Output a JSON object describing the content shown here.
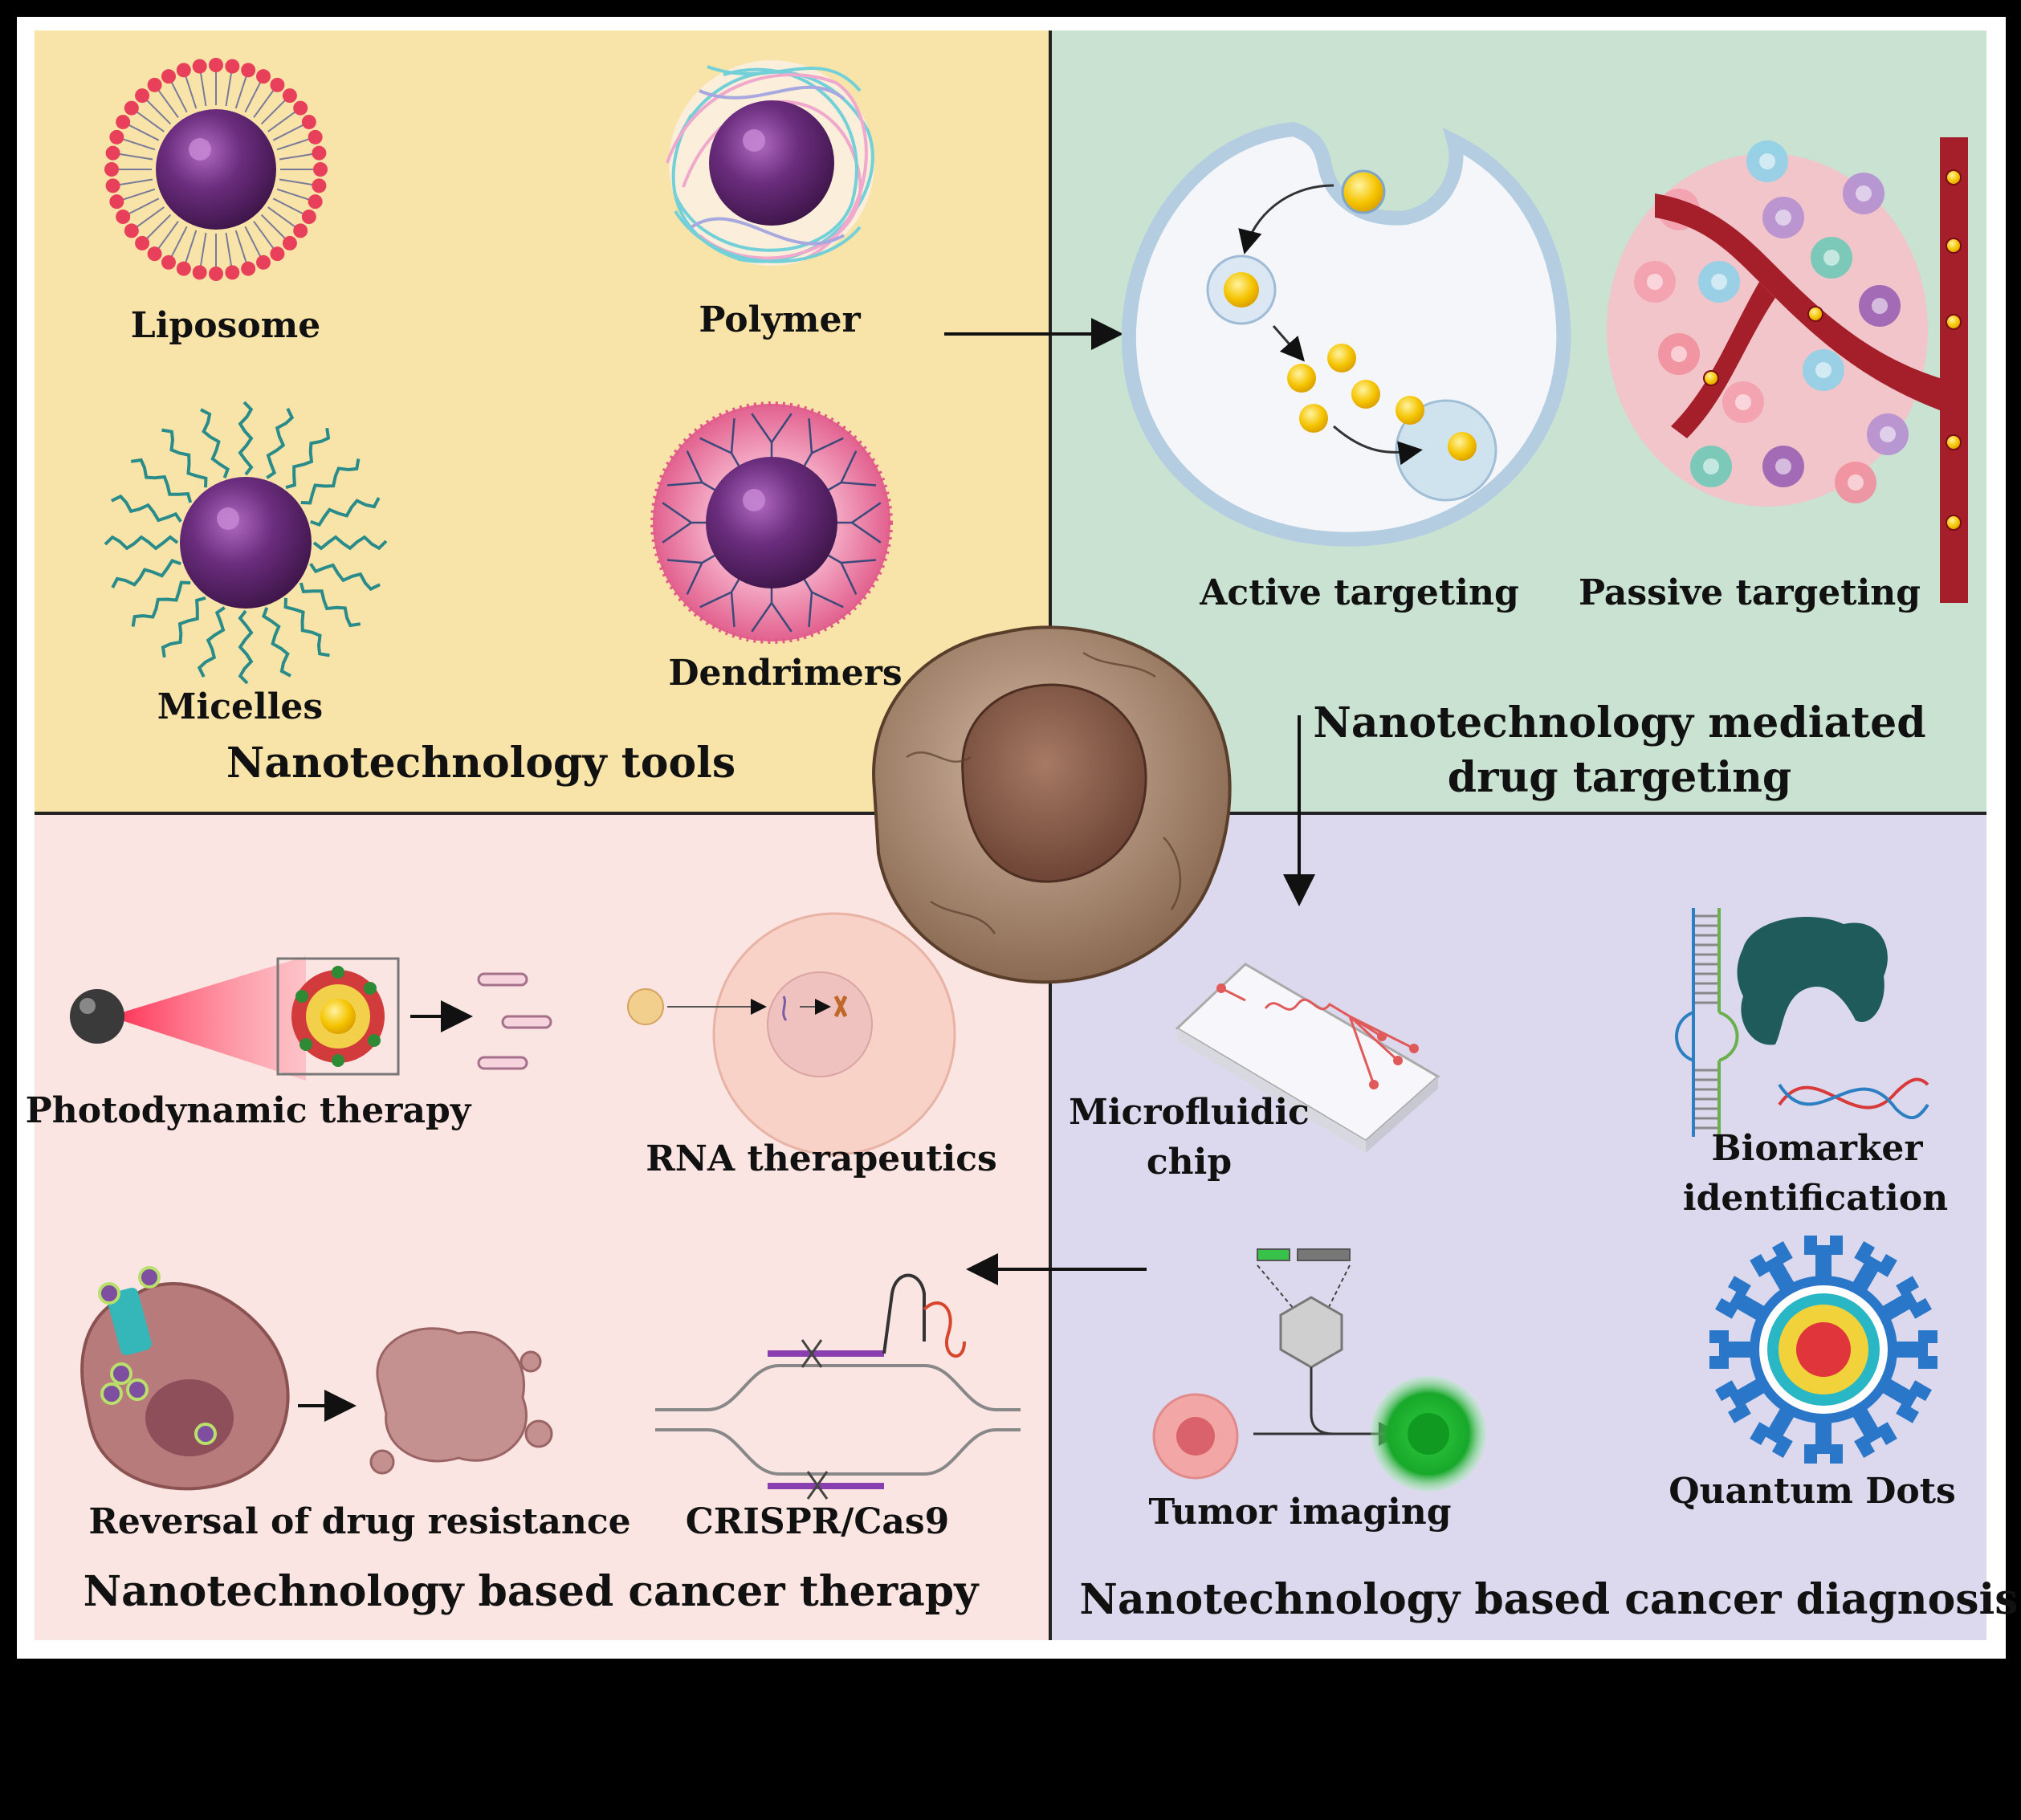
{
  "quadrants": {
    "tools": {
      "title": "Nanotechnology tools",
      "color": "#f8e4a8",
      "items": [
        "Liposome",
        "Polymer",
        "Micelles",
        "Dendrimers"
      ]
    },
    "targeting": {
      "title_line1": "Nanotechnology mediated",
      "title_line2": "drug targeting",
      "color": "#c9e2d2",
      "items": [
        "Active targeting",
        "Passive targeting"
      ]
    },
    "therapy": {
      "title": "Nanotechnology based cancer therapy",
      "color": "#fbe5e2",
      "items": [
        "Photodynamic therapy",
        "RNA therapeutics",
        "Reversal of drug resistance",
        "CRISPR/Cas9"
      ]
    },
    "diagnosis": {
      "title": "Nanotechnology based cancer diagnosis",
      "color": "#dcd9ee",
      "items": [
        "Microfluidic",
        "chip",
        "Biomarker",
        "identification",
        "Tumor imaging",
        "Quantum Dots"
      ]
    }
  },
  "icons": [
    "liposome-icon",
    "polymer-nanoparticle-icon",
    "micelle-icon",
    "dendrimer-icon",
    "active-targeting-cell-icon",
    "tumor-blood-vessel-icon",
    "cancer-cell-icon",
    "laser-icon",
    "rna-cell-icon",
    "drug-resistance-cell-icon",
    "crispr-dna-icon",
    "microfluidic-chip-icon",
    "biomarker-dna-icon",
    "tumor-imaging-icon",
    "quantum-dot-icon"
  ]
}
